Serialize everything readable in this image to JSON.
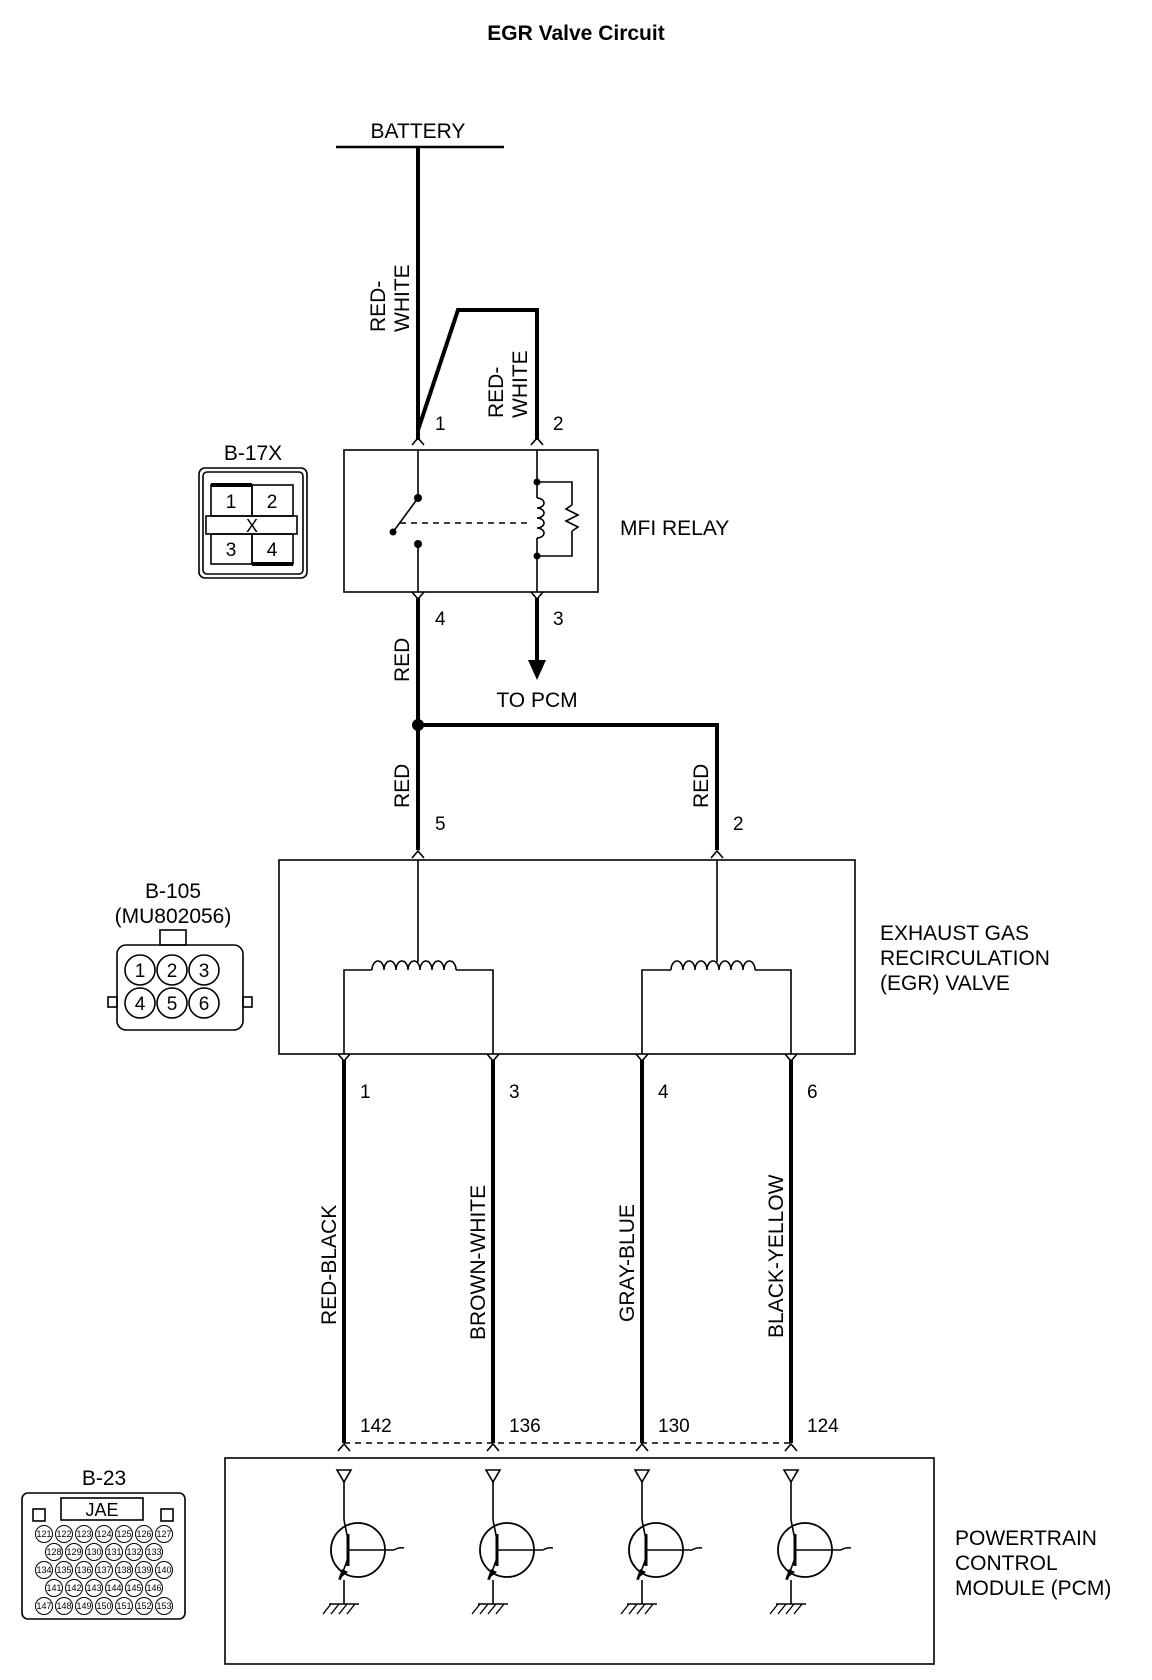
{
  "title": "EGR Valve Circuit",
  "battery_label": "BATTERY",
  "to_pcm_label": "TO PCM",
  "relay": {
    "name": "MFI RELAY",
    "connector": "B-17X",
    "connector_pins": [
      "1",
      "2",
      "3",
      "4"
    ],
    "connector_mark": "X",
    "pins": {
      "p1": "1",
      "p2": "2",
      "p3": "3",
      "p4": "4"
    }
  },
  "egr": {
    "name_lines": [
      "EXHAUST GAS",
      "RECIRCULATION",
      "(EGR) VALVE"
    ],
    "connector": "B-105",
    "connector_part": "(MU802056)",
    "connector_pins": [
      "1",
      "2",
      "3",
      "4",
      "5",
      "6"
    ],
    "pins": {
      "p5": "5",
      "p2": "2",
      "p1": "1",
      "p3": "3",
      "p4": "4",
      "p6": "6"
    }
  },
  "pcm": {
    "name_lines": [
      "POWERTRAIN",
      "CONTROL",
      "MODULE (PCM)"
    ],
    "connector": "B-23",
    "connector_type": "JAE",
    "connector_rows": [
      [
        "121",
        "122",
        "123",
        "124",
        "125",
        "126",
        "127"
      ],
      [
        "128",
        "129",
        "130",
        "131",
        "132",
        "133"
      ],
      [
        "134",
        "135",
        "136",
        "137",
        "138",
        "139",
        "140"
      ],
      [
        "141",
        "142",
        "143",
        "144",
        "145",
        "146"
      ],
      [
        "147",
        "148",
        "149",
        "150",
        "151",
        "152",
        "153"
      ]
    ],
    "pins": {
      "p142": "142",
      "p136": "136",
      "p130": "130",
      "p124": "124"
    }
  },
  "wires": {
    "battery_to_relay": [
      "RED-",
      "WHITE"
    ],
    "relay_pin2": [
      "RED-",
      "WHITE"
    ],
    "relay_out": "RED",
    "egr_pin5": "RED",
    "egr_pin2": "RED",
    "egr_pin1": "RED-BLACK",
    "egr_pin3": "BROWN-WHITE",
    "egr_pin4": "GRAY-BLUE",
    "egr_pin6": "BLACK-YELLOW"
  }
}
